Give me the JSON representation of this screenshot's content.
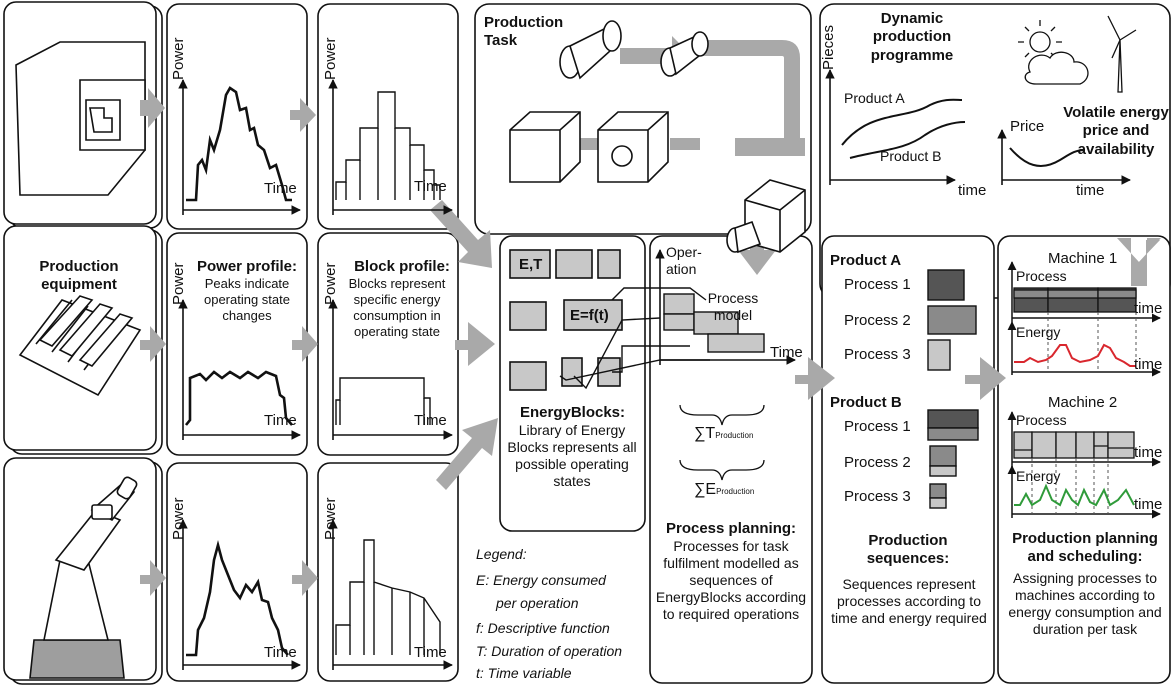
{
  "diagram": {
    "axis": {
      "power": "Power",
      "time": "Time",
      "pieces": "Pieces",
      "time_lower": "time",
      "price": "Price"
    },
    "left_column": {
      "production_equipment": "Production equipment"
    },
    "power_profile": {
      "title": "Power profile:",
      "desc": "Peaks indicate operating state changes"
    },
    "block_profile": {
      "title": "Block profile:",
      "desc": "Blocks represent specific energy consumption in operating state"
    },
    "production_task": {
      "title": "Production Task"
    },
    "dynamic_programme": {
      "title": "Dynamic production programme",
      "product_a": "Product A",
      "product_b": "Product B"
    },
    "volatile_energy": {
      "title": "Volatile energy price and availability"
    },
    "energy_blocks": {
      "block_et": "E,T",
      "block_ef": "E=f(t)",
      "title": "EnergyBlocks:",
      "desc": "Library of Energy Blocks represents all possible operating states"
    },
    "legend": {
      "title": "Legend:",
      "items": [
        "E:  Energy consumed",
        "per operation",
        "f:  Descriptive function",
        "T:  Duration of operation",
        "t:  Time variable"
      ]
    },
    "process_planning": {
      "operation": "Oper-ation",
      "process_model": "Process model",
      "sum_t": "∑T",
      "sum_t_sub": "Production",
      "sum_e": "∑E",
      "sum_e_sub": "Production",
      "title": "Process planning:",
      "desc": "Processes for task fulfilment modelled as sequences of EnergyBlocks according to required operations"
    },
    "production_sequences": {
      "product_a": "Product A",
      "product_b": "Product B",
      "processes": [
        "Process 1",
        "Process 2",
        "Process 3"
      ],
      "title": "Production sequences:",
      "desc": "Sequences represent processes according to time and energy required"
    },
    "scheduling": {
      "machine1": "Machine 1",
      "machine2": "Machine 2",
      "process": "Process",
      "energy": "Energy",
      "title": "Production planning and scheduling:",
      "desc": "Assigning processes to machines according to energy consumption and duration per task"
    },
    "colors": {
      "arrow": "#a9a9a9",
      "block": "#c8c8c8",
      "block_dark": "#555555",
      "energy_red": "#d9272e",
      "energy_green": "#2f9b3a"
    }
  }
}
